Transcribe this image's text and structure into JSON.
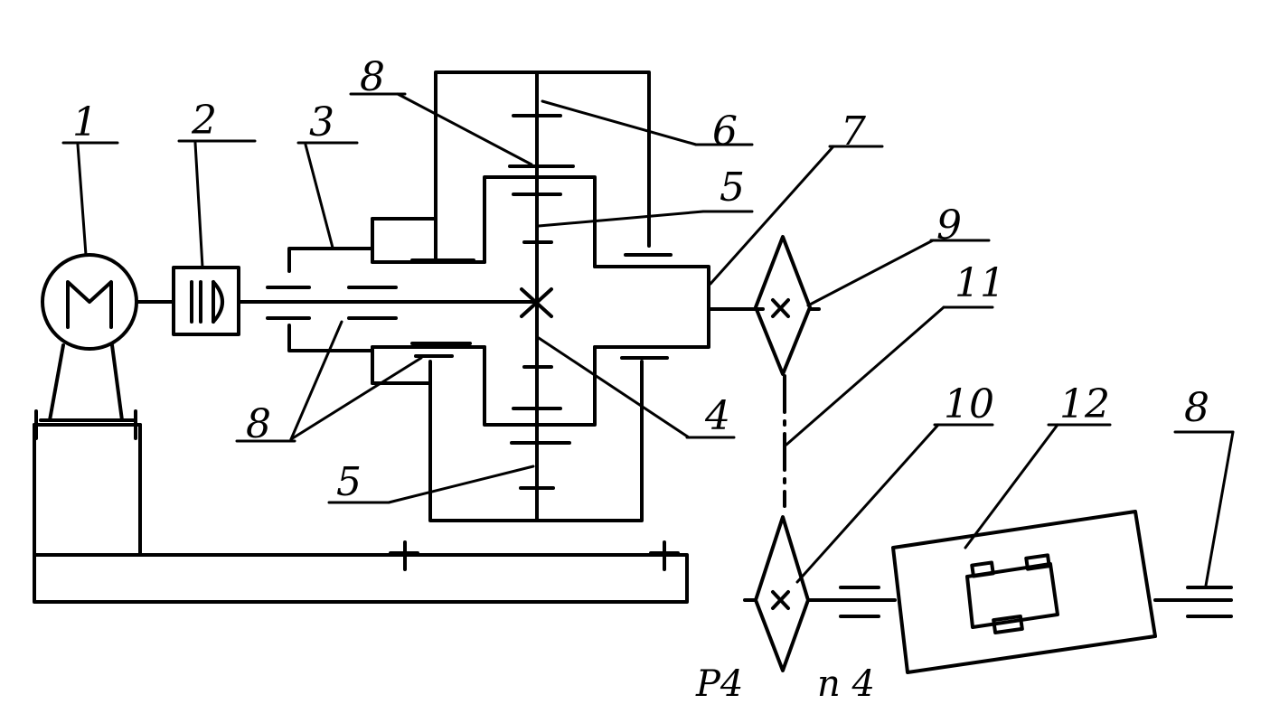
{
  "diagram": {
    "labels": {
      "motor": "1",
      "coupling": "2",
      "housing": "3",
      "center_shaft": "4",
      "gear_upper": "5",
      "gear_lower": "5",
      "ring_gear": "6",
      "output_shaft": "7",
      "bearing_top": "8",
      "bearing_left": "8",
      "bearing_right": "8",
      "drive_sprocket": "9",
      "driven_sprocket": "10",
      "chain": "11",
      "driven_machine": "12"
    },
    "annotations": {
      "power": "P4",
      "speed": "n 4"
    },
    "motor_symbol": "M"
  }
}
